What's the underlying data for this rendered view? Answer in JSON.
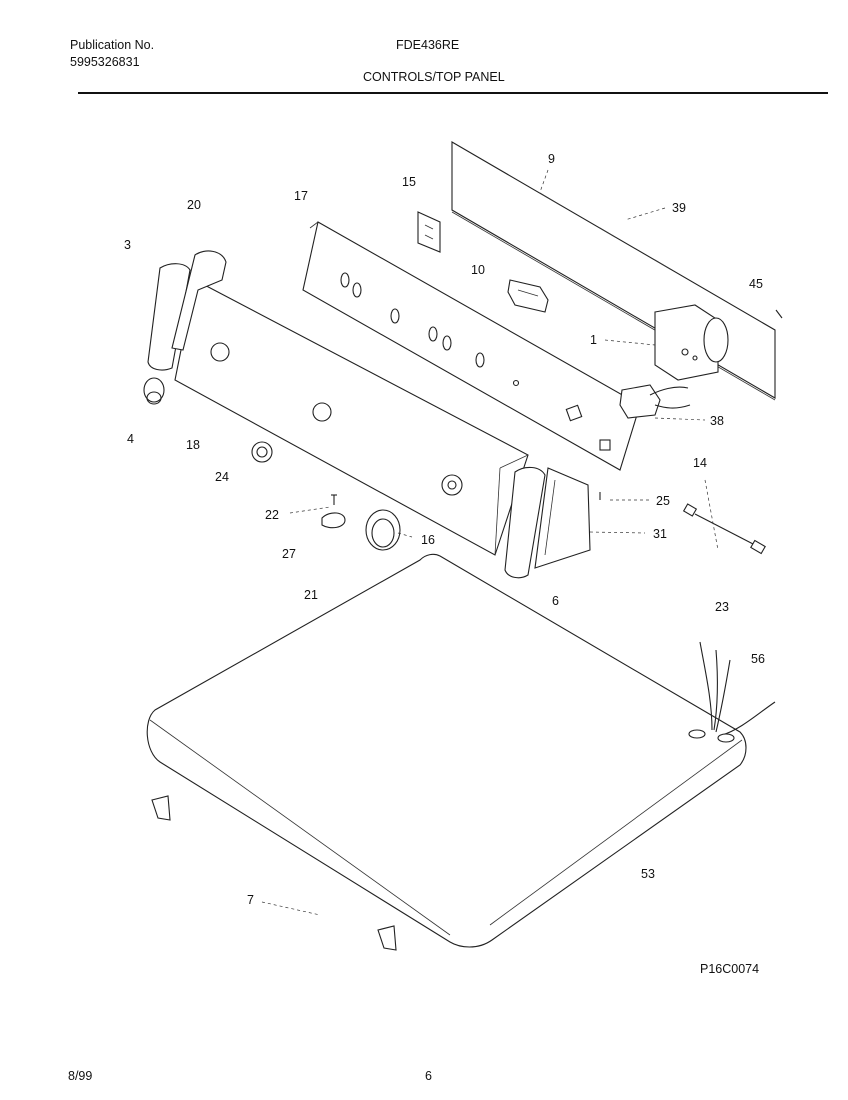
{
  "header": {
    "publication_label": "Publication No.",
    "publication_number": "5995326831",
    "model": "FDE436RE",
    "section_title": "CONTROLS/TOP PANEL"
  },
  "callouts": {
    "c1": "1",
    "c3": "3",
    "c4": "4",
    "c6": "6",
    "c7": "7",
    "c9": "9",
    "c10": "10",
    "c14": "14",
    "c15": "15",
    "c16": "16",
    "c17": "17",
    "c18": "18",
    "c20": "20",
    "c21": "21",
    "c22": "22",
    "c23": "23",
    "c24": "24",
    "c25": "25",
    "c27": "27",
    "c31": "31",
    "c38": "38",
    "c39": "39",
    "c45": "45",
    "c53": "53",
    "c56": "56"
  },
  "footer": {
    "reference_code": "P16C0074",
    "date": "8/99",
    "page_number": "6"
  }
}
